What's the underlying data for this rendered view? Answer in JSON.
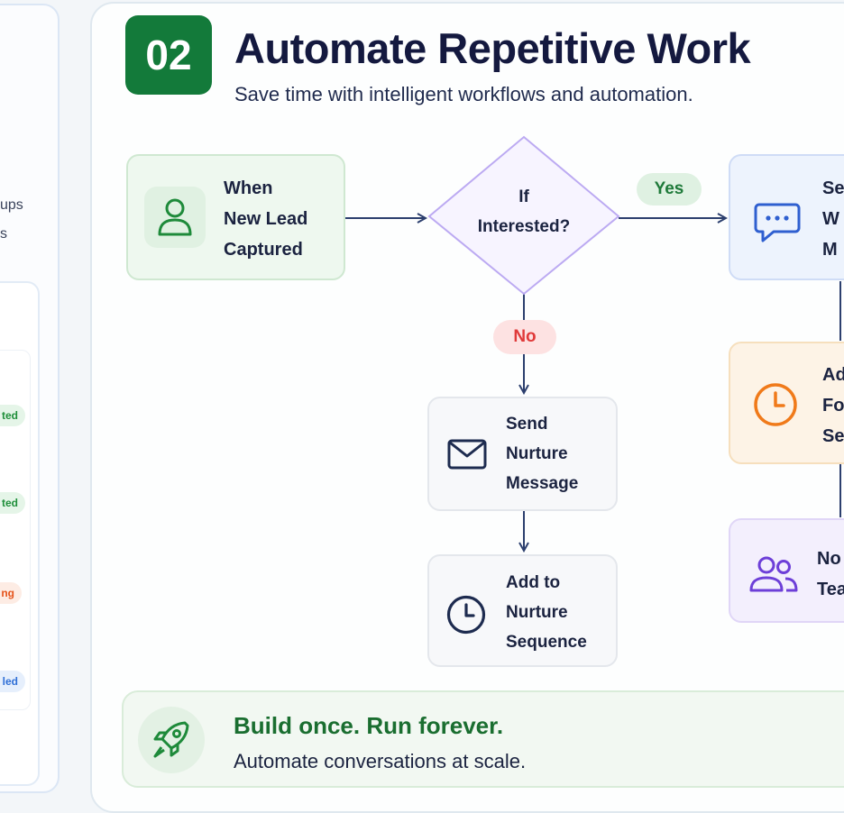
{
  "sidebar": {
    "fragments": [
      "ups",
      "s"
    ],
    "pills": [
      {
        "label": "ted",
        "color": "#1f8f3a",
        "bg": "#e5f5e8"
      },
      {
        "label": "ted",
        "color": "#1f8f3a",
        "bg": "#e5f5e8"
      },
      {
        "label": "ng",
        "color": "#e5531a",
        "bg": "#fdece4"
      },
      {
        "label": "led",
        "color": "#2f6fd6",
        "bg": "#e6effc"
      }
    ]
  },
  "section": {
    "number": "02",
    "title": "Automate Repetitive Work",
    "subtitle": "Save time with intelligent workflows and automation."
  },
  "flow": {
    "trigger": {
      "lines": [
        "When",
        "New Lead",
        "Captured"
      ],
      "icon": "user-icon"
    },
    "decision": {
      "lines": [
        "If",
        "Interested?"
      ]
    },
    "yes_label": "Yes",
    "no_label": "No",
    "yes_action": {
      "lines": [
        "Se",
        "W",
        "M"
      ],
      "icon": "chat-bubble-icon"
    },
    "followup": {
      "lines": [
        "Ad",
        "Fo",
        "Se"
      ],
      "icon": "clock-icon"
    },
    "notify": {
      "lines": [
        "No",
        "Tea"
      ],
      "icon": "team-icon"
    },
    "nurture_message": {
      "lines": [
        "Send",
        "Nurture",
        "Message"
      ],
      "icon": "mail-icon"
    },
    "nurture_sequence": {
      "lines": [
        "Add to",
        "Nurture",
        "Sequence"
      ],
      "icon": "clock-icon"
    }
  },
  "footer": {
    "headline": "Build once. Run forever.",
    "subtext": "Automate conversations at scale.",
    "icon": "rocket-icon"
  },
  "colors": {
    "brand_green": "#137a3a",
    "yes_green": "#1f7a3a",
    "no_red": "#e03a3a",
    "decision_purple": "#b9a8f0",
    "blue_node": "#edf3fd",
    "orange_node": "#fdf3e6",
    "purple_node": "#f3effd"
  }
}
